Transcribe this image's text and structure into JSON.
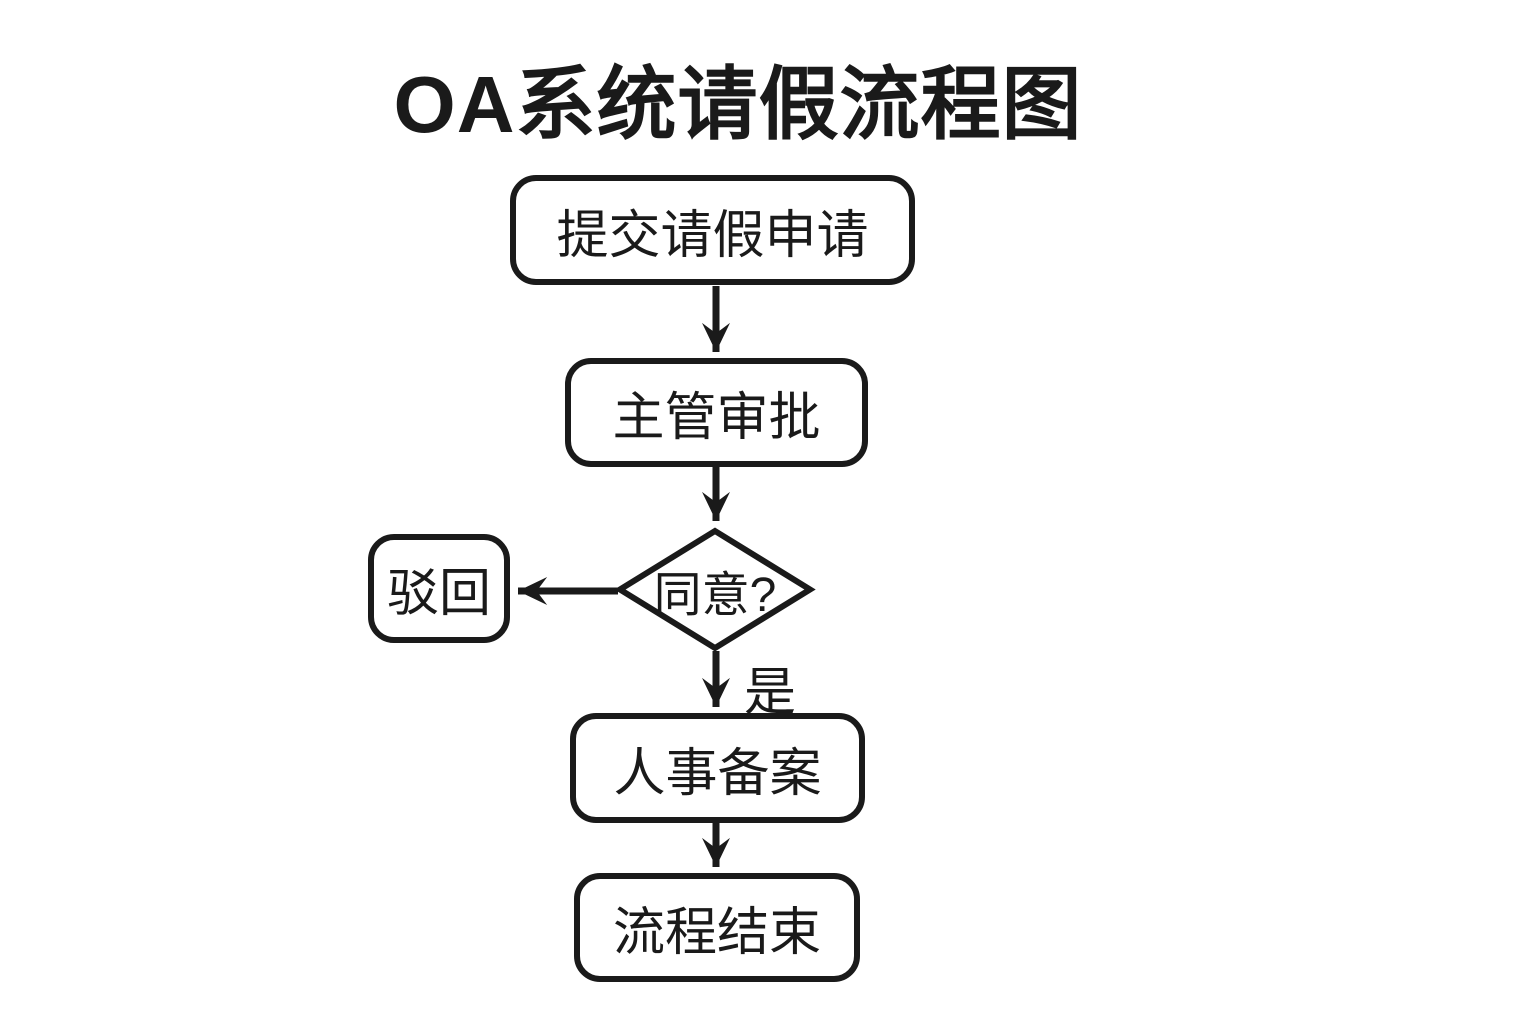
{
  "title": "OA系统请假流程图",
  "flowchart": {
    "nodes": {
      "submit": {
        "label": "提交请假申请",
        "type": "process"
      },
      "approve": {
        "label": "主管审批",
        "type": "process"
      },
      "decision": {
        "label": "同意?",
        "type": "decision"
      },
      "reject": {
        "label": "驳回",
        "type": "process"
      },
      "hr_record": {
        "label": "人事备案",
        "type": "process"
      },
      "end": {
        "label": "流程结束",
        "type": "process"
      }
    },
    "edges": [
      {
        "from": "submit",
        "to": "approve",
        "label": ""
      },
      {
        "from": "approve",
        "to": "decision",
        "label": ""
      },
      {
        "from": "decision",
        "to": "reject",
        "label": ""
      },
      {
        "from": "decision",
        "to": "hr_record",
        "label": "是"
      },
      {
        "from": "hr_record",
        "to": "end",
        "label": ""
      }
    ],
    "edge_labels": {
      "yes": "是"
    }
  },
  "colors": {
    "background": "#ffffff",
    "stroke": "#1a1a1a",
    "node_fill": "#ffffff",
    "text": "#1a1a1a"
  }
}
